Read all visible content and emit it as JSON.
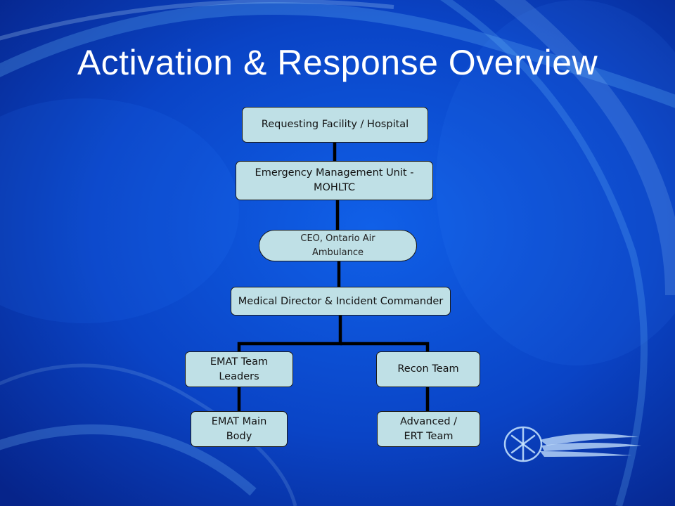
{
  "slide": {
    "title": "Activation & Response Overview"
  },
  "org_chart": {
    "nodes": [
      {
        "id": "requesting",
        "label": "Requesting Facility / Hospital"
      },
      {
        "id": "emu",
        "label": "Emergency Management Unit - MOHLTC"
      },
      {
        "id": "ceo",
        "label": "CEO, Ontario Air Ambulance"
      },
      {
        "id": "medical",
        "label": "Medical Director & Incident Commander"
      },
      {
        "id": "emat_leaders",
        "label": "EMAT Team Leaders"
      },
      {
        "id": "recon",
        "label": "Recon Team"
      },
      {
        "id": "emat_main",
        "label": "EMAT Main Body"
      },
      {
        "id": "advanced",
        "label": "Advanced / ERT Team"
      }
    ],
    "edges": [
      [
        "requesting",
        "emu"
      ],
      [
        "emu",
        "ceo"
      ],
      [
        "ceo",
        "medical"
      ],
      [
        "medical",
        "emat_leaders"
      ],
      [
        "medical",
        "recon"
      ],
      [
        "emat_leaders",
        "emat_main"
      ],
      [
        "recon",
        "advanced"
      ]
    ]
  },
  "colors": {
    "background": "#0a3fc0",
    "node_fill": "#bfe0e6",
    "connector": "#000000",
    "title_text": "#ffffff"
  },
  "logo": {
    "icon": "ornge-logo-icon"
  }
}
